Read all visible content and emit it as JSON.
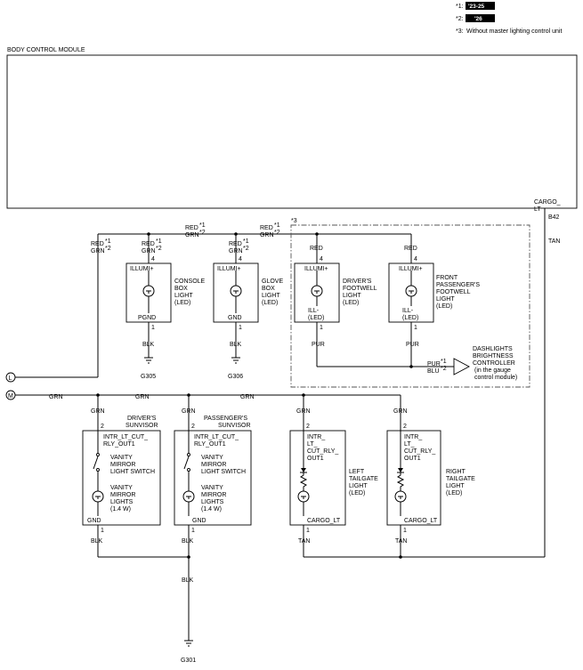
{
  "legend": {
    "n1": "*1:",
    "b1": "'23-25",
    "n2": "*2:",
    "b2": "'26",
    "n3": "*3:",
    "t3": "Without master lighting control unit"
  },
  "bcm": {
    "label": "BODY CONTROL MODULE",
    "cargo1": "CARGO_",
    "cargo2": "LT",
    "conn": "B42",
    "wire": "TAN"
  },
  "sup": {
    "s1": "*1",
    "s2": "*2",
    "s3": "*3"
  },
  "top": {
    "red": "RED",
    "grn": "GRN",
    "pin4": "4",
    "pin1": "1",
    "illum": "ILLUMI+",
    "pgnd": "PGND",
    "gnd": "GND",
    "blk": "BLK",
    "ill": "ILL-",
    "led": "(LED)",
    "pur": "PUR",
    "blu": "BLU",
    "console": [
      "CONSOLE",
      "BOX",
      "LIGHT",
      "(LED)"
    ],
    "glove": [
      "GLOVE",
      "BOX",
      "LIGHT",
      "(LED)"
    ],
    "drvfoot": [
      "DRIVER'S",
      "FOOTWELL",
      "LIGHT",
      "(LED)"
    ],
    "passfoot": [
      "FRONT",
      "PASSENGER'S",
      "FOOTWELL",
      "LIGHT",
      "(LED)"
    ],
    "g305": "G305",
    "g306": "G306",
    "dash": [
      "DASHLIGHTS",
      "BRIGHTNESS",
      "CONTROLLER",
      "(in the gauge",
      "control module)"
    ]
  },
  "conn_l": "L",
  "conn_m": "M",
  "bottom": {
    "grn": "GRN",
    "pin2": "2",
    "pin1": "1",
    "blk": "BLK",
    "tan": "TAN",
    "gnd": "GND",
    "cargo": "CARGO_LT",
    "drvsun": [
      "DRIVER'S",
      "SUNVISOR"
    ],
    "passsun": [
      "PASSENGER'S",
      "SUNVISOR"
    ],
    "relay1": [
      "INTR_LT_CUT_",
      "RLY_OUT1"
    ],
    "relay2": [
      "INTR_",
      "LT_",
      "CUT_RLY_",
      "OUT1"
    ],
    "vsw": [
      "VANITY",
      "MIRROR",
      "LIGHT SWITCH"
    ],
    "vlights": [
      "VANITY",
      "MIRROR",
      "LIGHTS",
      "(1.4 W)"
    ],
    "lefttg": [
      "LEFT",
      "TAILGATE",
      "LIGHT",
      "(LED)"
    ],
    "righttg": [
      "RIGHT",
      "TAILGATE",
      "LIGHT",
      "(LED)"
    ],
    "g301": "G301"
  }
}
